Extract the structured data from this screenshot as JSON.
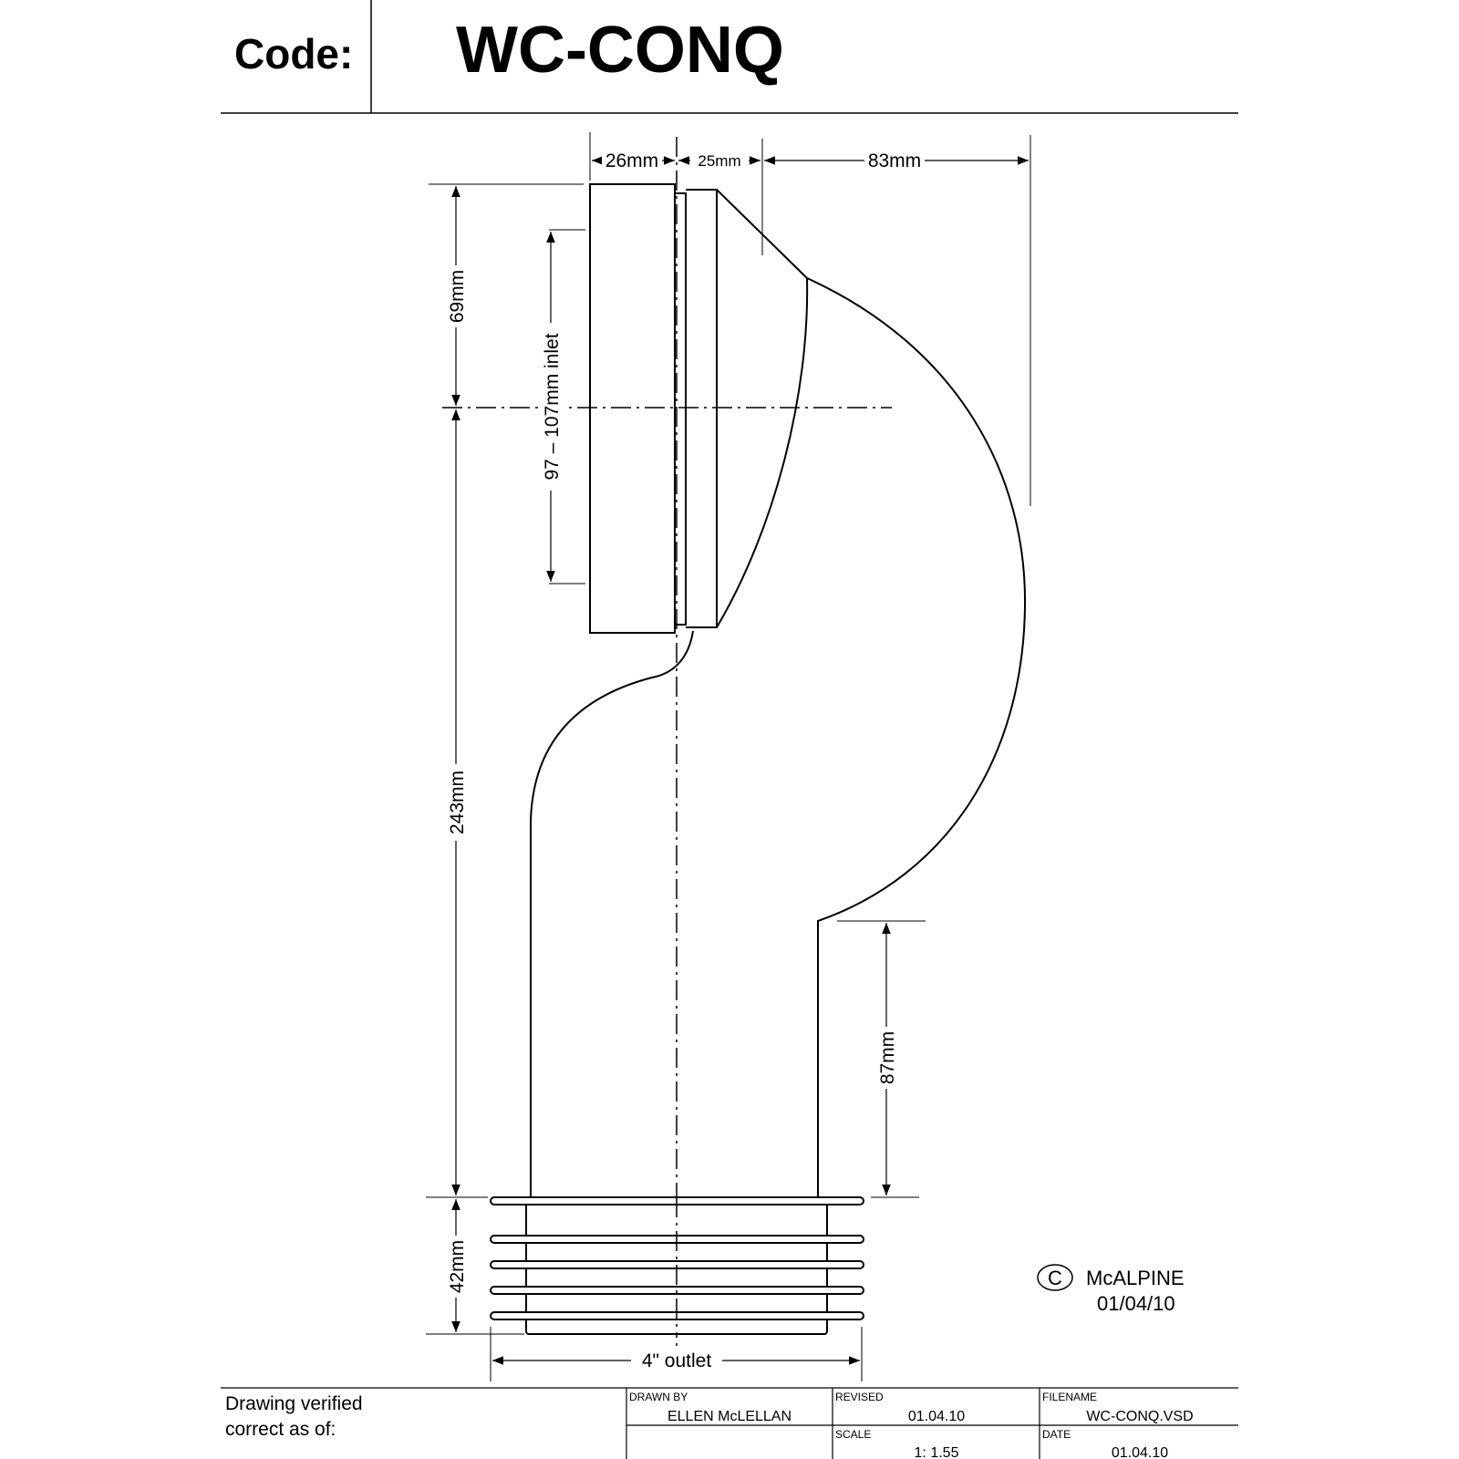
{
  "header": {
    "code_label": "Code:",
    "product_code": "WC-CONQ"
  },
  "dimensions": {
    "d26": "26mm",
    "d25": "25mm",
    "d83": "83mm",
    "d69": "69mm",
    "inlet": "97 – 107mm inlet",
    "d243": "243mm",
    "d87": "87mm",
    "d42": "42mm",
    "outlet": "4\" outlet"
  },
  "copyright": {
    "symbol": "C",
    "owner": "McALPINE",
    "date": "01/04/10"
  },
  "footer": {
    "verified_line1": "Drawing verified",
    "verified_line2": "correct as of:",
    "drawn_by_label": "DRAWN BY",
    "drawn_by_value": "ELLEN McLELLAN",
    "revised_label": "REVISED",
    "revised_value": "01.04.10",
    "filename_label": "FILENAME",
    "filename_value": "WC-CONQ.VSD",
    "scale_label": "SCALE",
    "scale_value": "1: 1.55",
    "date_label": "DATE",
    "date_value": "01.04.10"
  }
}
